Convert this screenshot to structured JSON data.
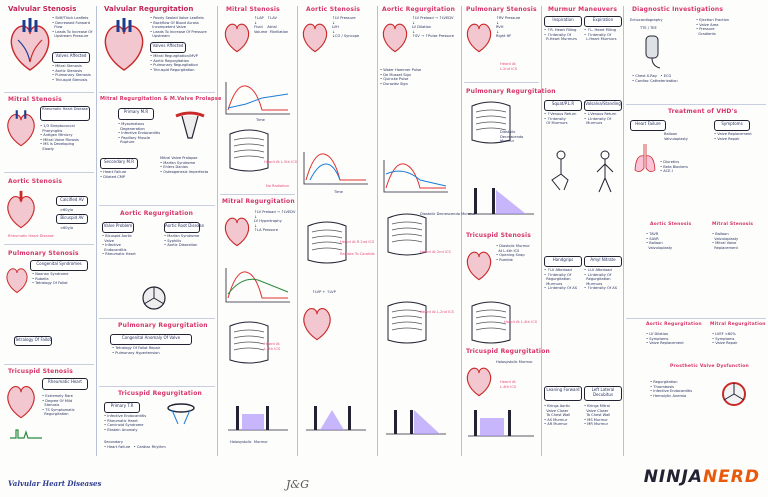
{
  "titles": {
    "valvular_stenosis": "Valvular Stenosis",
    "valvular_regurgitation": "Valvular Regurgitation",
    "mitral_stenosis_col3": "Mitral Stenosis",
    "aortic_stenosis_col4": "Aortic Stenosis",
    "aortic_regurgitation": "Aortic Regurgitation",
    "pulmonary_stenosis_col6": "Pulmonary Stenosis",
    "murmur_maneuvers": "Murmur Maneuvers",
    "diagnostic_investigations": "Diagnostic Investigations",
    "mitral_stenosis": "Mitral Stenosis",
    "mitral_regurgitation_mvp": "Mitral Regurgitation & M.Valve Prolapse",
    "aortic_stenosis": "Aortic Stenosis",
    "aortic_regurgitation_col2": "Aortic Regurgitation",
    "pulmonary_stenosis": "Pulmonary Stenosis",
    "pulmonary_regurgitation": "Pulmonary Regurgitation",
    "pulmonary_regurgitation_col6": "Pulmonary Regurgitation",
    "tricuspid_stenosis": "Tricuspid Stenosis",
    "tricuspid_regurgitation": "Tricuspid Regurgitation",
    "mitral_regurgitation_col3": "Mitral Regurgitation",
    "tricuspid_stenosis_col6": "Tricuspid Stenosis",
    "tricuspid_regurgitation_col6": "Tricuspid Regurgitation",
    "treatment": "Treatment of VHD's",
    "aortic_stenosis_tx": "Aortic Stenosis",
    "mitral_stenosis_tx": "Mitral Stenosis",
    "aortic_regurgitation_tx": "Aortic Regurgitation",
    "mitral_regurgitation_tx": "Mitral Regurgitation",
    "prosthetic_valve": "Prosthetic Valve Dysfunction"
  },
  "boxes": {
    "inspiration": "Inspiration",
    "expiration": "Expiration",
    "handgrips": "Handgrips",
    "amyl_nitrate": "Amyl Nitrate",
    "squat_plr": "Squat/P.L.R",
    "valsalva": "Valsalva/Standing",
    "leaning_forward": "Leaning Forward",
    "left_lateral": "Left Lateral Decubitus",
    "heart_failure": "Heart Failure",
    "symptoms": "Symptoms",
    "rheumatic_heart_disease": "Rheumatic Heart Disease",
    "calcified_av": "Calcified AV",
    "bicuspid_av": "Bicuspid AV"
  },
  "notes": {
    "heard_at_1": "Heard At L.5th ICS",
    "heard_at_2": "Heard At 2nd ICS",
    "heard_at_3": "Heard At L.2nd ICS",
    "heard_at_4": "Heard At L.4th ICS",
    "heard_at_5": "Heard At R.2nd ICS",
    "radiate_carotids": "Radiate To Carotids",
    "no_radiation": "No Radiation",
    "time": "Time",
    "diastolic_decrescendo": "Diastolic Decrescendo Murmur",
    "holosystolic": "Holosystolic Murmur",
    "tlvp_tlvp": "↑LVP + ↑LVP",
    "echocardiography": "Echocardiography",
    "tte_tee": "TTE / TEE"
  },
  "footer": {
    "left": "Valvular Heart Diseases",
    "signature": "J&G",
    "brand_a": "NINJA",
    "brand_b": "NERD"
  }
}
